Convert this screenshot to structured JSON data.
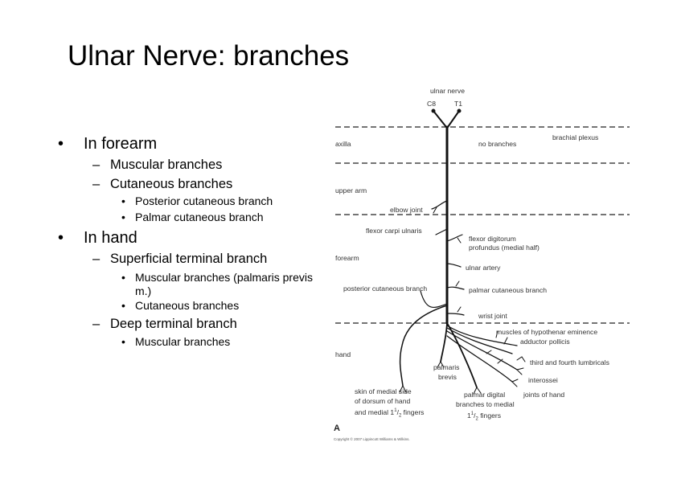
{
  "title": "Ulnar Nerve: branches",
  "bullets": {
    "forearm": "In forearm",
    "muscular": "Muscular branches",
    "cutaneous": "Cutaneous branches",
    "posterior": "Posterior cutaneous branch",
    "palmar": "Palmar cutaneous branch",
    "hand": "In hand",
    "superficial": "Superficial terminal branch",
    "muscular_palmaris_1": "Muscular branches (palmaris previs",
    "muscular_palmaris_2": "m.)",
    "cutaneous_branches": "Cutaneous branches",
    "deep": "Deep terminal branch",
    "deep_muscular": "Muscular branches"
  },
  "figure": {
    "ulnar_nerve": "ulnar nerve",
    "c8": "C8",
    "t1": "T1",
    "brachial_plexus": "brachial plexus",
    "axilla": "axilla",
    "no_branches": "no branches",
    "upper_arm": "upper arm",
    "elbow_joint": "elbow joint",
    "fcu": "flexor carpi ulnaris",
    "fdp_1": "flexor digitorum",
    "fdp_2": "profundus (medial half)",
    "forearm": "forearm",
    "ulnar_artery": "ulnar artery",
    "posterior_cutaneous": "posterior cutaneous branch",
    "palmar_cutaneous": "palmar cutaneous branch",
    "wrist_joint": "wrist joint",
    "hypothenar": "muscles of hypothenar eminence",
    "adductor": "adductor pollicis",
    "hand": "hand",
    "lumbricals": "third and fourth lumbricals",
    "interossei": "interossei",
    "joints_of_hand": "joints of hand",
    "palmaris_1": "palmaris",
    "palmaris_2": "brevis",
    "skin_1": "skin of medial side",
    "skin_2": "of dorsum of hand",
    "skin_3": "and medial 1",
    "skin_3_sup": "1",
    "skin_3_sub": "2",
    "skin_3_end": " fingers",
    "digital_1": "palmar digital",
    "digital_2": "branches to medial",
    "digital_3_a": "1",
    "digital_3_sup": "1",
    "digital_3_sub": "2",
    "digital_3_end": " fingers",
    "panel_letter": "A",
    "copyright": "Copyright © 2007 Lippincott Williams & Wilkins."
  }
}
